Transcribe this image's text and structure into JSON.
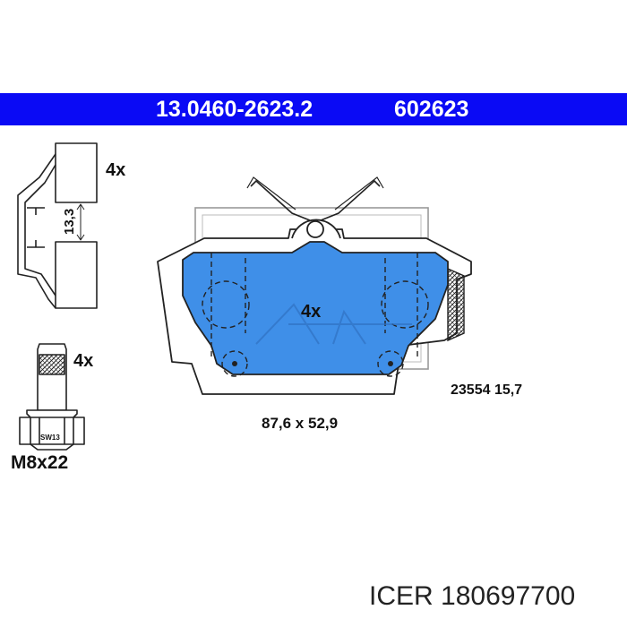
{
  "header": {
    "part_number": "13.0460-2623.2",
    "ref_number": "602623",
    "bar_color": "#0a0af5"
  },
  "clip": {
    "quantity": "4x",
    "height": "13,3"
  },
  "pad": {
    "quantity": "4x",
    "dimensions": "87,6 x 52,9",
    "wva": "23554 15,7",
    "fill_color": "#3f8fe8"
  },
  "bolt": {
    "quantity": "4x",
    "size": "M8x22",
    "wrench": "SW13"
  },
  "footer": {
    "brand": "ICER",
    "code": "180697700"
  }
}
